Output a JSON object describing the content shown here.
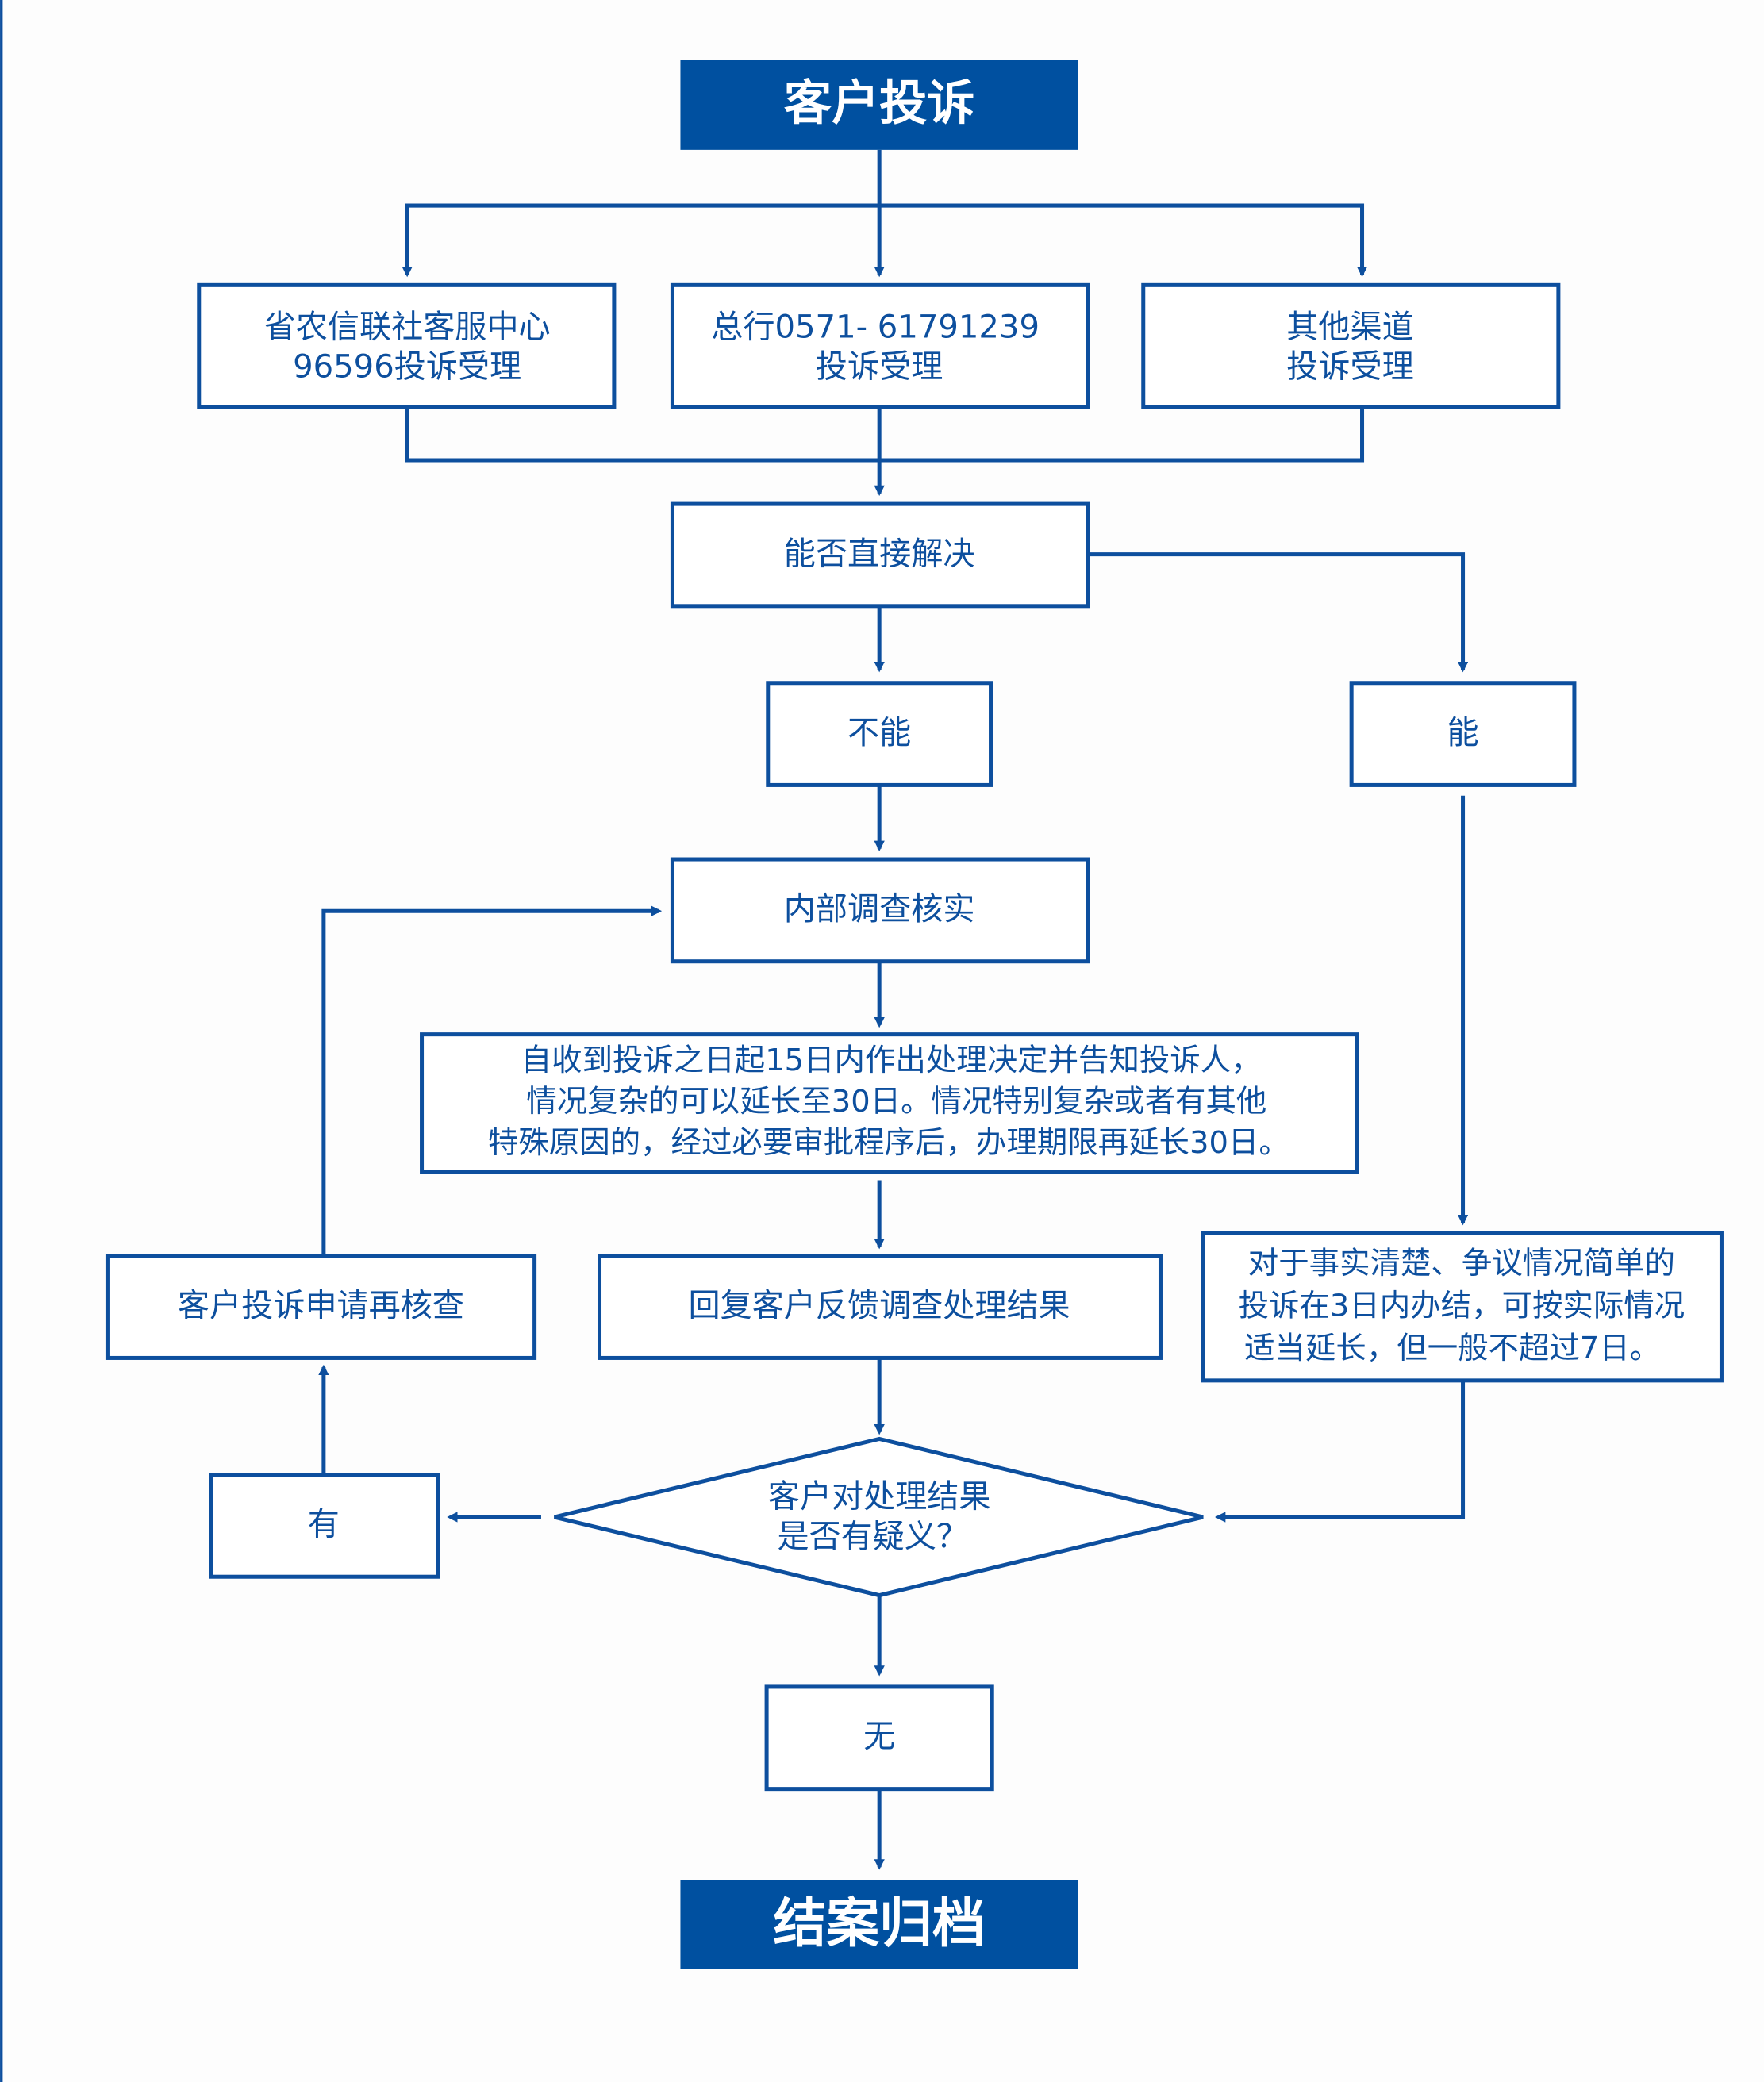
{
  "colors": {
    "primary": "#0050a0",
    "line": "#0d4f9e",
    "background": "#fdfdfd"
  },
  "nodes": {
    "start": "客户投诉",
    "channel1": [
      "省农信联社客服中心",
      "96596投诉受理"
    ],
    "channel2": [
      "总行0571- 61791239",
      "投诉受理"
    ],
    "channel3": [
      "其他渠道",
      "投诉受理"
    ],
    "decision_direct": "能否直接解决",
    "cannot": "不能",
    "can": "能",
    "investigate": "内部调查核实",
    "deadline": [
      "自收到投诉之日起15日内作出处理决定并告知投诉人，",
      "情况复杂的可以延长至30日。情况特别复杂或者有其他",
      "特殊原因的，经过必要审批程序后，办理期限再延长30日。"
    ],
    "quick": [
      "对于事实清楚、争议情况简单的",
      "投诉在3日内办结，可按实际情况",
      "适当延长，但一般不超过7日。"
    ],
    "reply": "回复客户反馈调查处理结果",
    "recheck": "客户投诉申请再核查",
    "question": [
      "客户对处理结果",
      "是否有疑义？"
    ],
    "yes": "有",
    "no": "无",
    "end": "结案归档"
  }
}
